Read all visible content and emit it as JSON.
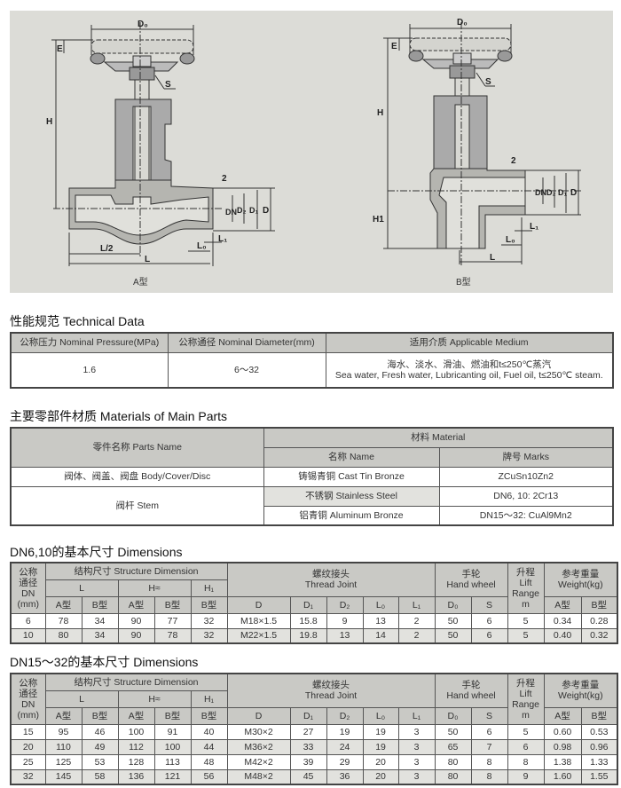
{
  "drawing": {
    "a": {
      "caption": "A型",
      "labels": {
        "d0": "D₀",
        "e": "E",
        "h": "H",
        "s": "S",
        "two": "2",
        "dn": "DN",
        "d2": "D₂",
        "d1": "D₁",
        "d": "D",
        "l1": "L₁",
        "l0": "L₀",
        "l_half": "L/2",
        "l": "L"
      }
    },
    "b": {
      "caption": "B型",
      "labels": {
        "d0": "D₀",
        "e": "E",
        "h": "H",
        "h1": "H1",
        "s": "S",
        "two": "2",
        "dn": "DN",
        "d2": "D₂",
        "d1": "D₁",
        "d": "D",
        "l1": "L₁",
        "l0": "L₀",
        "l": "L"
      }
    }
  },
  "technical": {
    "title": "性能规范 Technical Data",
    "headers": [
      "公称压力 Nominal Pressure(MPa)",
      "公称通径 Nominal Diameter(mm)",
      "适用介质 Applicable Medium"
    ],
    "pressure": "1.6",
    "diameter": "6～32",
    "medium_cn": "海水、淡水、滑油、燃油和t≤250℃蒸汽",
    "medium_en": "Sea water, Fresh water, Lubricanting oil, Fuel oil, t≤250℃ steam."
  },
  "materials": {
    "title": "主要零部件材质 Materials of Main Parts",
    "parts_header": "零件名称 Parts Name",
    "material_header": "材料 Material",
    "name_header": "名称 Name",
    "marks_header": "牌号 Marks",
    "rows": [
      {
        "part": "阀体、阀盖、阀盘 Body/Cover/Disc",
        "name": "铸锡青铜 Cast Tin Bronze",
        "marks": "ZCuSn10Zn2"
      },
      {
        "part": "阀杆 Stem",
        "name": "不锈钢 Stainless Steel",
        "marks": "DN6, 10: 2Cr13"
      },
      {
        "part": "",
        "name": "铝青铜 Aluminum Bronze",
        "marks": "DN15～32: CuAl9Mn2"
      }
    ]
  },
  "headers": {
    "dn": [
      "公称",
      "通径",
      "DN",
      "(mm)"
    ],
    "structure": "结构尺寸 Structure Dimension",
    "thread_cn": "螺纹接头",
    "thread_en": "Thread Joint",
    "wheel_cn": "手轮",
    "wheel_en": "Hand wheel",
    "lift": [
      "升程",
      "Lift",
      "Range",
      "m"
    ],
    "weight_cn": "参考重量",
    "weight_en": "Weight(kg)",
    "l": "L",
    "h": "H≈",
    "h1": "H₁",
    "sub": [
      "A型",
      "B型",
      "A型",
      "B型",
      "B型",
      "D",
      "D₁",
      "D₂",
      "L₀",
      "L₁",
      "D₀",
      "S",
      "A型",
      "B型"
    ]
  },
  "dims_small": {
    "title": "DN6,10的基本尺寸 Dimensions",
    "rows": [
      [
        "6",
        "78",
        "34",
        "90",
        "77",
        "32",
        "M18×1.5",
        "15.8",
        "9",
        "13",
        "2",
        "50",
        "6",
        "5",
        "0.34",
        "0.28"
      ],
      [
        "10",
        "80",
        "34",
        "90",
        "78",
        "32",
        "M22×1.5",
        "19.8",
        "13",
        "14",
        "2",
        "50",
        "6",
        "5",
        "0.40",
        "0.32"
      ]
    ]
  },
  "dims_large": {
    "title": "DN15～32的基本尺寸 Dimensions",
    "rows": [
      [
        "15",
        "95",
        "46",
        "100",
        "91",
        "40",
        "M30×2",
        "27",
        "19",
        "19",
        "3",
        "50",
        "6",
        "5",
        "0.60",
        "0.53"
      ],
      [
        "20",
        "110",
        "49",
        "112",
        "100",
        "44",
        "M36×2",
        "33",
        "24",
        "19",
        "3",
        "65",
        "7",
        "6",
        "0.98",
        "0.96"
      ],
      [
        "25",
        "125",
        "53",
        "128",
        "113",
        "48",
        "M42×2",
        "39",
        "29",
        "20",
        "3",
        "80",
        "8",
        "8",
        "1.38",
        "1.33"
      ],
      [
        "32",
        "145",
        "58",
        "136",
        "121",
        "56",
        "M48×2",
        "45",
        "36",
        "20",
        "3",
        "80",
        "8",
        "9",
        "1.60",
        "1.55"
      ]
    ]
  }
}
